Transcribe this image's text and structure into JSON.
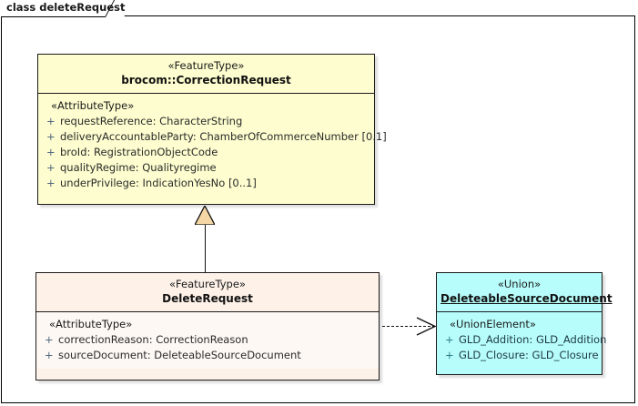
{
  "frame": {
    "label": "class deleteRequest"
  },
  "classes": [
    {
      "id": "correctionrequest",
      "stereotype": "«FeatureType»",
      "name": "brocom::CorrectionRequest",
      "underlined": false,
      "compartment_stereotype": "«AttributeType»",
      "attributes": [
        {
          "visibility": "+",
          "text": "requestReference: CharacterString"
        },
        {
          "visibility": "+",
          "text": "deliveryAccountableParty: ChamberOfCommerceNumber [0.1]"
        },
        {
          "visibility": "+",
          "text": "broId: RegistrationObjectCode"
        },
        {
          "visibility": "+",
          "text": "qualityRegime: Qualityregime"
        },
        {
          "visibility": "+",
          "text": "underPrivilege: IndicationYesNo [0..1]"
        }
      ],
      "fill": "#fdfdcf"
    },
    {
      "id": "deleterequest",
      "stereotype": "«FeatureType»",
      "name": "DeleteRequest",
      "underlined": false,
      "compartment_stereotype": "«AttributeType»",
      "attributes": [
        {
          "visibility": "+",
          "text": "correctionReason: CorrectionReason"
        },
        {
          "visibility": "+",
          "text": "sourceDocument: DeleteableSourceDocument"
        }
      ],
      "fill": "#fdf2ea"
    },
    {
      "id": "deleteablesourcedocument",
      "stereotype": "«Union»",
      "name": "DeleteableSourceDocument",
      "underlined": true,
      "compartment_stereotype": "«UnionElement»",
      "attributes": [
        {
          "visibility": "+",
          "text": "GLD_Addition: GLD_Addition"
        },
        {
          "visibility": "+",
          "text": "GLD_Closure: GLD_Closure"
        }
      ],
      "fill": "#b6fdfb"
    }
  ],
  "connectors": [
    {
      "id": "generalization",
      "kind": "generalization",
      "from": "DeleteRequest",
      "to": "brocom::CorrectionRequest",
      "line": "solid",
      "arrowhead": "hollow-triangle",
      "arrow_fill": "#f5d6a5"
    },
    {
      "id": "dependency",
      "kind": "dependency",
      "from": "DeleteRequest",
      "to": "DeleteableSourceDocument",
      "line": "dashed",
      "arrowhead": "open-arrow",
      "arrow_fill": "none"
    }
  ]
}
